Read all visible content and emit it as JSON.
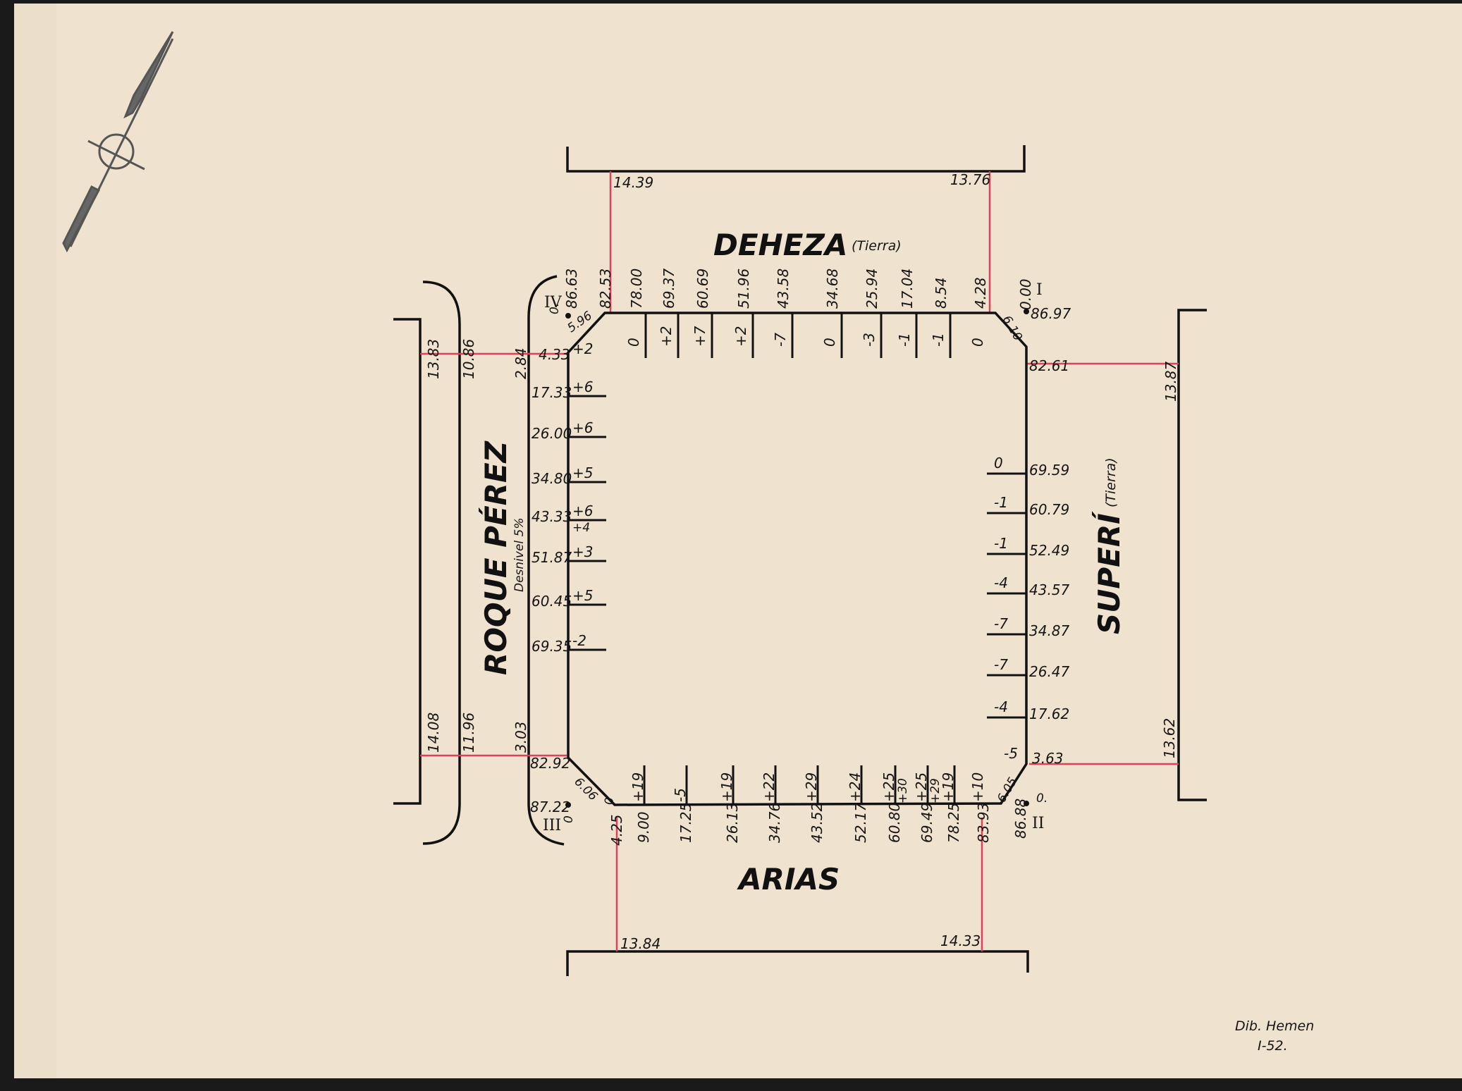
{
  "streets": {
    "top": {
      "name": "DEHEZA",
      "note": "(Tierra)"
    },
    "right": {
      "name": "SUPERÍ",
      "note": "(Tierra)"
    },
    "bottom": {
      "name": "ARIAS"
    },
    "left": {
      "name": "ROQUE PÉREZ",
      "note": "Desnivel 5%"
    }
  },
  "corners": {
    "I": "I",
    "II": "II",
    "III": "III",
    "IV": "IV"
  },
  "corner_values": {
    "c1_a": "0.00",
    "c1_b": "86.97",
    "c1_chamfer": "6.10",
    "c1_end": "82.61",
    "c2_a": "86.88",
    "c2_b": "0.",
    "c2_chamfer": "6.05",
    "c2_end": "3.63",
    "c3_a": "87.22",
    "c3_b": "0",
    "c3_chamfer": "6.06",
    "c3_end": "4.25",
    "c4_a": "86.63",
    "c4_b": "0.",
    "c4_chamfer": "5.96",
    "c4_end": "82.53",
    "c4_left": "4.33",
    "c3_left": "82.92"
  },
  "offsets": {
    "top_left": "14.39",
    "top_right": "13.76",
    "bottom_left": "13.84",
    "bottom_right": "14.33",
    "left_top_outer": "13.83",
    "left_top_mid": "10.86",
    "left_top_inner": "2.84",
    "left_bot_outer": "14.08",
    "left_bot_mid": "11.96",
    "left_bot_inner": "3.03",
    "right_top": "13.87",
    "right_bot": "13.62"
  },
  "top_stations": [
    {
      "dist": "78.00",
      "level": "0"
    },
    {
      "dist": "69.37",
      "level": "+2"
    },
    {
      "dist": "60.69",
      "level": "+7"
    },
    {
      "dist": "51.96",
      "level": "+2"
    },
    {
      "dist": "43.58",
      "level": "-7"
    },
    {
      "dist": "34.68",
      "level": "0"
    },
    {
      "dist": "25.94",
      "level": "-3"
    },
    {
      "dist": "17.04",
      "level": "-1"
    },
    {
      "dist": "8.54",
      "level": "-1"
    },
    {
      "dist": "4.28",
      "level": "0"
    }
  ],
  "left_stations": [
    {
      "dist": "4.33",
      "level": "+2"
    },
    {
      "dist": "17.33",
      "level": "+6"
    },
    {
      "dist": "26.00",
      "level": "+6"
    },
    {
      "dist": "34.80",
      "level": "+5"
    },
    {
      "dist": "43.33",
      "level": "+6",
      "level2": "+4"
    },
    {
      "dist": "51.87",
      "level": "+3"
    },
    {
      "dist": "60.45",
      "level": "+5"
    },
    {
      "dist": "69.35",
      "level": "-2"
    }
  ],
  "right_stations": [
    {
      "dist": "69.59",
      "level": "0"
    },
    {
      "dist": "60.79",
      "level": "-1"
    },
    {
      "dist": "52.49",
      "level": "-1"
    },
    {
      "dist": "43.57",
      "level": "-4"
    },
    {
      "dist": "34.87",
      "level": "-7"
    },
    {
      "dist": "26.47",
      "level": "-7"
    },
    {
      "dist": "17.62",
      "level": "-4"
    },
    {
      "dist": "3.63",
      "level": "-5"
    }
  ],
  "bottom_stations": [
    {
      "dist": "4.25",
      "level": "0"
    },
    {
      "dist": "9.00",
      "level": "+19"
    },
    {
      "dist": "17.25",
      "level": "-5"
    },
    {
      "dist": "26.13",
      "level": "+19"
    },
    {
      "dist": "34.76",
      "level": "+22"
    },
    {
      "dist": "43.52",
      "level": "+29"
    },
    {
      "dist": "52.17",
      "level": "+24"
    },
    {
      "dist": "60.80",
      "level": "+25",
      "level2": "+30"
    },
    {
      "dist": "69.49",
      "level": "+25",
      "level2": "+29"
    },
    {
      "dist": "78.25",
      "level": "+19"
    },
    {
      "dist": "83.93",
      "level": "+10"
    }
  ],
  "signature": {
    "line1": "Dib. Hemen",
    "line2": "I-52."
  },
  "colors": {
    "paper": "#efe3cf",
    "ink": "#111111",
    "red": "#e0405a"
  }
}
